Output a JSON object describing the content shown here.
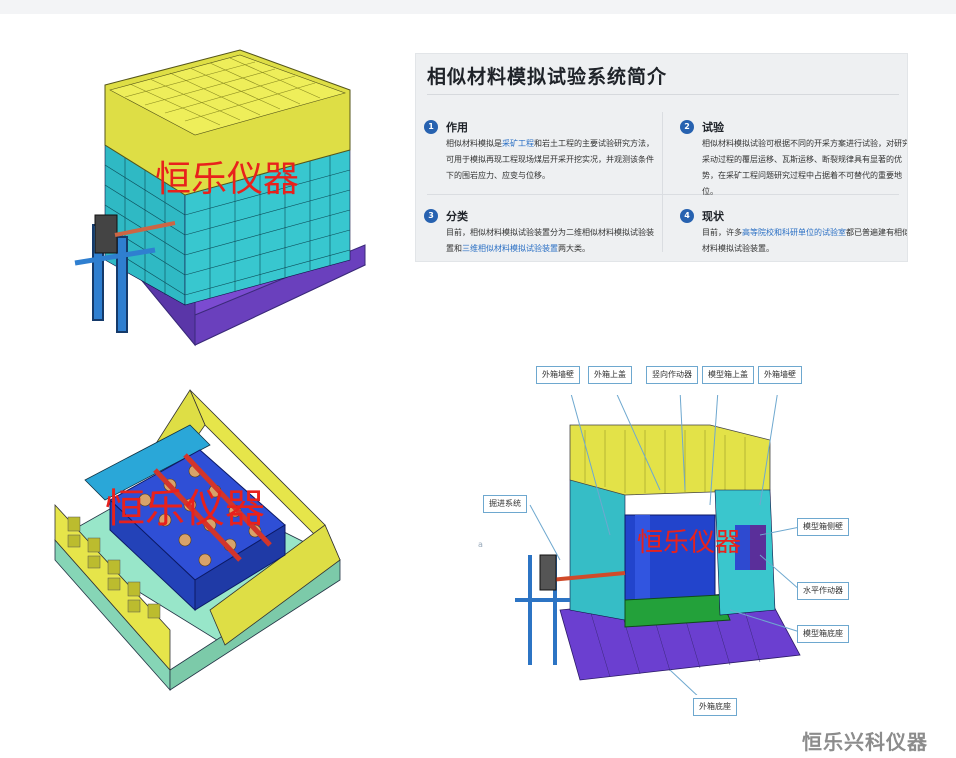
{
  "panel": {
    "title": "相似材料模拟试验系统简介",
    "sections": [
      {
        "num": "1",
        "head": "作用",
        "body_pre": "相似材料模拟是",
        "body_hl": "采矿工程",
        "body_post": "和岩土工程的主要试验研究方法，可用于模拟再现工程现场煤层开采开挖实况，并观测该条件下的围岩应力、应变与位移。"
      },
      {
        "num": "2",
        "head": "试验",
        "body_pre": "相似材料模拟试验可根据不同的开采方案进行试验，对研究采动过程的覆层运移、瓦斯运移、断裂规律具有显著的优势，在采矿工程问题研究过程中占据着不可替代的重要地位。",
        "body_hl": "",
        "body_post": ""
      },
      {
        "num": "3",
        "head": "分类",
        "body_pre": "目前，相似材料模拟试验装置分为二维相似材料模拟试验装置和",
        "body_hl": "三维相似材料模拟试验装置",
        "body_post": "两大类。"
      },
      {
        "num": "4",
        "head": "现状",
        "body_pre": "目前，许多",
        "body_hl": "高等院校和科研单位的试验室",
        "body_post": "都已普遍建有相似材料模拟试验装置。"
      }
    ]
  },
  "watermarks": {
    "fig1": "恒乐仪器",
    "fig2": "恒乐仪器",
    "fig3": "恒乐仪器"
  },
  "callouts": {
    "outer_wall_left": "外箱墙壁",
    "outer_top_cover": "外箱上盖",
    "vertical_actuator": "竖向作动器",
    "model_top_cover": "模型箱上盖",
    "outer_wall_right": "外箱墙壁",
    "excavation_system": "掘进系统",
    "model_side_wall": "模型箱侧壁",
    "horizontal_actuator": "水平作动器",
    "model_base": "模型箱底座",
    "outer_base": "外箱底座"
  },
  "side_mark": "a",
  "brand": "恒乐兴科仪器",
  "colors": {
    "yellow": "#e7e64a",
    "cyan": "#2cb8c4",
    "purple": "#6a3fbf",
    "blue": "#2f4fd6",
    "red": "#e8211c",
    "accent": "#2762b0"
  }
}
